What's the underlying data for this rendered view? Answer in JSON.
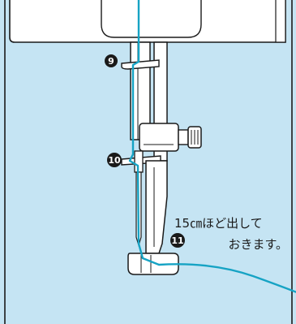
{
  "colors": {
    "background": "#c5e4f3",
    "machine_fill": "#ffffff",
    "outline": "#1a1a1a",
    "thread": "#16a3c4"
  },
  "steps": [
    {
      "number": "9"
    },
    {
      "number": "10"
    },
    {
      "number": "11"
    }
  ],
  "note": {
    "line1": "15㎝ほど出して",
    "line2": "おきます。"
  }
}
